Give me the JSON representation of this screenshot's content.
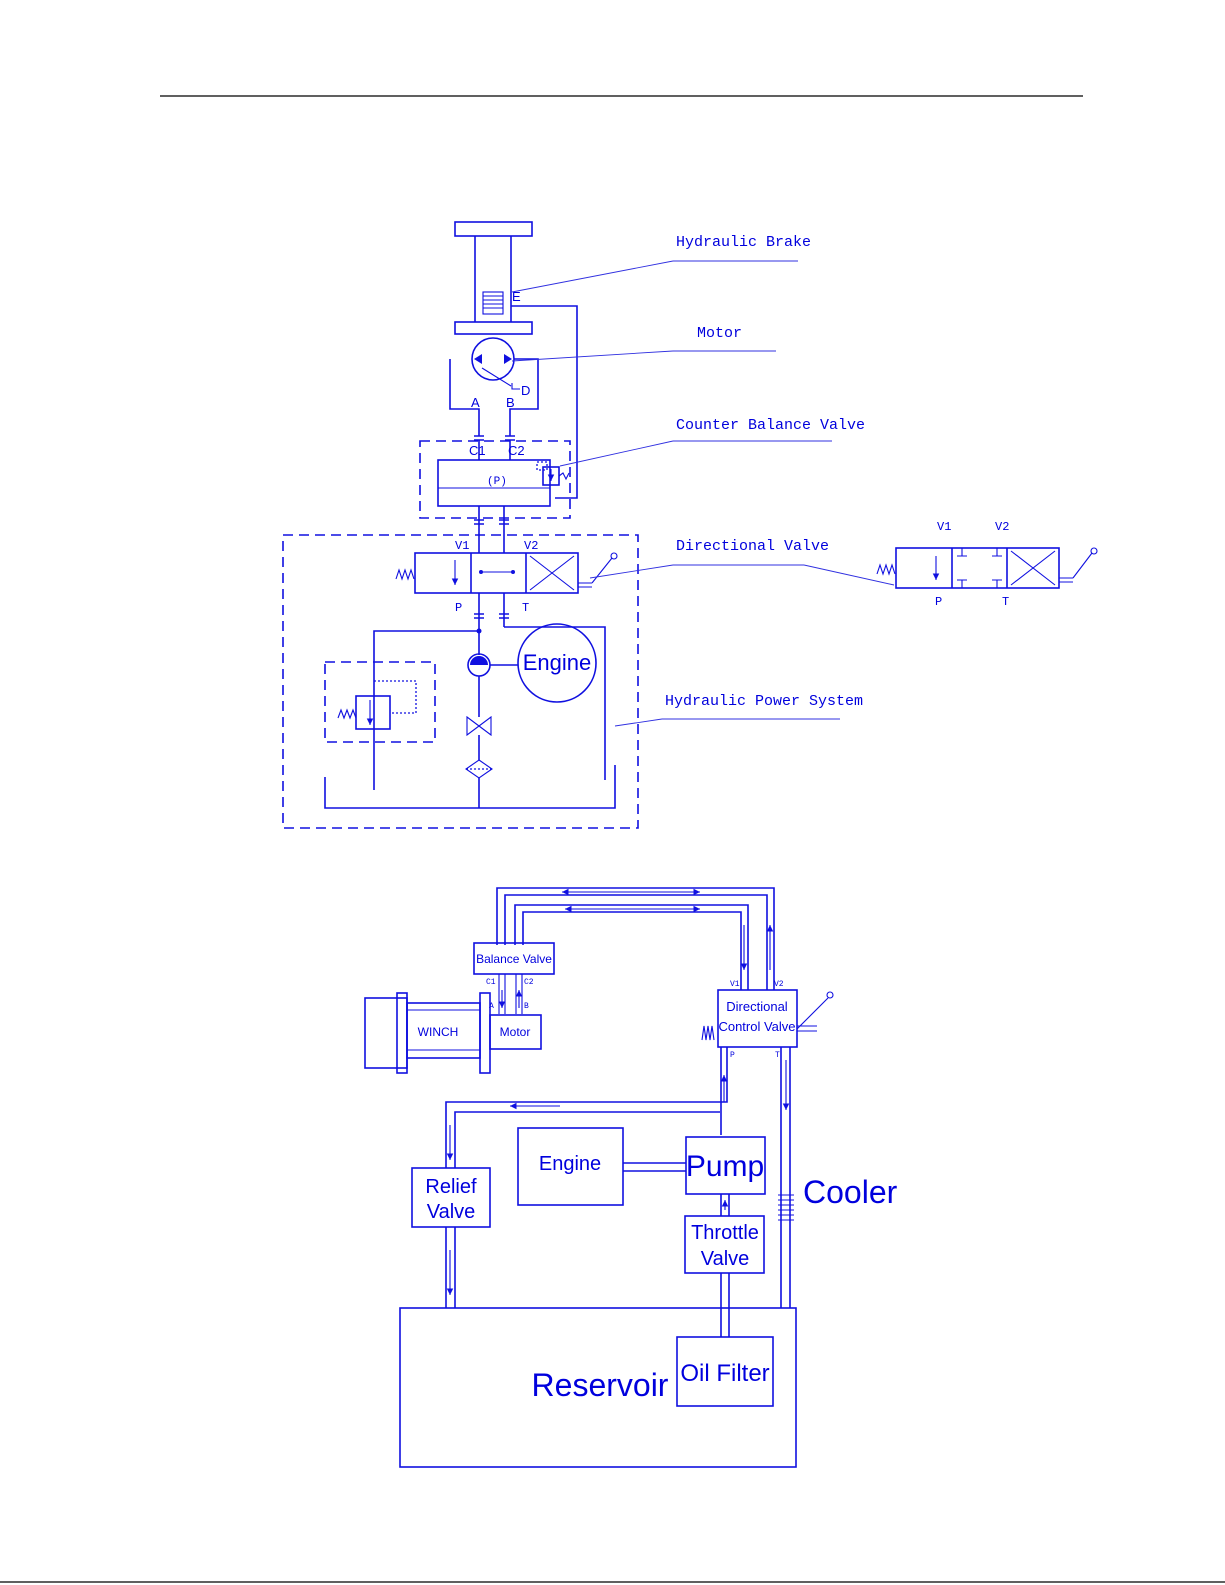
{
  "schematic": {
    "labels": {
      "hydraulic_brake": "Hydraulic Brake",
      "motor": "Motor",
      "counter_balance_valve": "Counter Balance Valve",
      "directional_valve": "Directional Valve",
      "hydraulic_power_system": "Hydraulic Power System"
    },
    "ports": {
      "E": "E",
      "D": "D",
      "A": "A",
      "B": "B",
      "C1": "C1",
      "C2": "C2",
      "P_pilot": "(P)",
      "V1": "V1",
      "V2": "V2",
      "P": "P",
      "T": "T"
    },
    "engine": "Engine",
    "inset": {
      "V1": "V1",
      "V2": "V2",
      "P": "P",
      "T": "T"
    }
  },
  "layout_diagram": {
    "balance_valve": "Balance Valve",
    "c1": "C1",
    "c2": "C2",
    "a": "A",
    "b": "B",
    "winch": "WINCH",
    "motor": "Motor",
    "v1": "V1",
    "v2": "V2",
    "directional_line1": "Directional",
    "directional_line2": "Control Valve",
    "p": "P",
    "t": "T",
    "engine": "Engine",
    "pump": "Pump",
    "cooler": "Cooler",
    "relief_line1": "Relief",
    "relief_line2": "Valve",
    "throttle_line1": "Throttle",
    "throttle_line2": "Valve",
    "reservoir": "Reservoir",
    "oil_filter": "Oil Filter"
  }
}
